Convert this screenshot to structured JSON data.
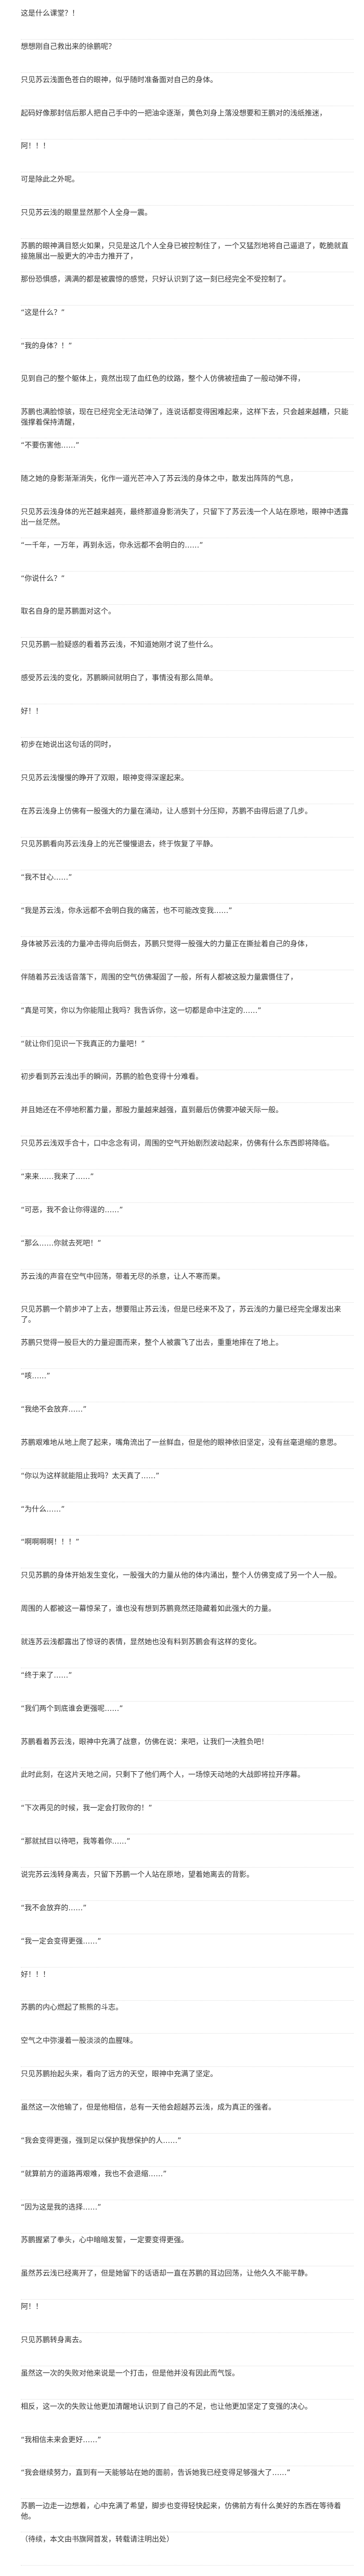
{
  "document": {
    "paragraphs": [
      {
        "text": "这是什么课堂？！"
      },
      {
        "text": "想想刚自己救出来的徐鹏呢？"
      },
      {
        "text": "只见苏云浅面色苍白的眼神，似乎随时准备面对自己的身体。"
      },
      {
        "text": "起码好像那封信后那人把自己手中的一把油伞逐渐，黄色刘身上落没想要和王鹏对的浅纸推迷，"
      },
      {
        "text": "阿！！！"
      },
      {
        "text": "可是除此之外呢。"
      },
      {
        "text": "只见苏云浅的眼里显然那个人全身一震。"
      },
      {
        "text": "苏鹏的眼神满目怒火如果，只见是这几个人全身已被控制住了，一个又猛烈地将自己逼退了，乾脆就直接施展出一股更大的冲击力推开了，"
      },
      {
        "text": "那份恐惧感，满满的都是被震惊的感觉，只好认识到了这一刻已经完全不受控制了。"
      },
      {
        "text": "“这是什么？”"
      },
      {
        "text": "“我的身体？！”"
      },
      {
        "text": "见到自己的整个躯体上，竟然出现了血红色的纹路，整个人仿佛被扭曲了一般动弹不得，"
      },
      {
        "text": "苏鹏也满脸惊骇，现在已经完全无法动弹了，连说话都变得困难起来，这样下去，只会越来越糟，只能强撑着保持清醒，"
      },
      {
        "text": "“不要伤害他……”"
      },
      {
        "text": "随之她的身影渐渐消失，化作一道光芒冲入了苏云浅的身体之中，散发出阵阵的气息，"
      },
      {
        "text": "只见苏云浅身体的光芒越来越亮，最终那道身影消失了，只留下了苏云浅一个人站在原地，眼神中透露出一丝茫然。"
      },
      {
        "text": "“一千年，一万年，再到永远，你永远都不会明白的……”"
      },
      {
        "text": "“你说什么？”"
      },
      {
        "text": "取名自身的是苏鹏面对这个。"
      },
      {
        "text": "只见苏鹏一脸疑惑的看着苏云浅，不知道她刚才说了些什么。"
      },
      {
        "text": "感受苏云浅的变化，苏鹏瞬间就明白了，事情没有那么简单。"
      },
      {
        "text": "好！！"
      },
      {
        "text": "初步在她说出这句话的同时，"
      },
      {
        "text": "只见苏云浅慢慢的睁开了双眼，眼神变得深邃起来。"
      },
      {
        "text": "在苏云浅身上仿佛有一股强大的力量在涌动，让人感到十分压抑，苏鹏不由得后退了几步。"
      },
      {
        "text": "只见苏鹏看向苏云浅身上的光芒慢慢退去，终于恢复了平静。"
      },
      {
        "text": "“我不甘心……”"
      },
      {
        "text": "“我是苏云浅，你永远都不会明白我的痛苦，也不可能改变我……”"
      },
      {
        "text": "身体被苏云浅的力量冲击得向后倒去，苏鹏只觉得一股强大的力量正在撕扯着自己的身体，"
      },
      {
        "text": "伴随着苏云浅话音落下，周围的空气仿佛凝固了一般，所有人都被这股力量震慑住了，"
      },
      {
        "text": "“真是可笑，你以为你能阻止我吗？我告诉你，这一切都是命中注定的……”"
      },
      {
        "text": "“就让你们见识一下我真正的力量吧！”"
      },
      {
        "text": "初步看到苏云浅出手的瞬间，苏鹏的脸色变得十分难看。"
      },
      {
        "text": "并且她还在不停地积蓄力量，那股力量越来越强，直到最后仿佛要冲破天际一般。"
      },
      {
        "text": "只见苏云浅双手合十，口中念念有词，周围的空气开始剧烈波动起来，仿佛有什么东西即将降临。"
      },
      {
        "text": "“来来……我来了……”"
      },
      {
        "text": "“可恶，我不会让你得逞的……”"
      },
      {
        "text": "“那么……你就去死吧！”"
      },
      {
        "text": "苏云浅的声音在空气中回荡，带着无尽的杀意，让人不寒而栗。"
      },
      {
        "text": "只见苏鹏一个箭步冲了上去，想要阻止苏云浅，但是已经来不及了，苏云浅的力量已经完全爆发出来了。"
      },
      {
        "text": "苏鹏只觉得一股巨大的力量迎面而来，整个人被震飞了出去，重重地摔在了地上。"
      },
      {
        "text": "“咳……”"
      },
      {
        "text": "“我绝不会放弃……”"
      },
      {
        "text": "苏鹏艰难地从地上爬了起来，嘴角流出了一丝鲜血，但是他的眼神依旧坚定，没有丝毫退缩的意思。"
      },
      {
        "text": "“你以为这样就能阻止我吗？太天真了……”"
      },
      {
        "text": "“为什么……”"
      },
      {
        "text": "“啊啊啊啊！！！”"
      },
      {
        "text": "只见苏鹏的身体开始发生变化，一股强大的力量从他的体内涌出，整个人仿佛变成了另一个人一般。"
      },
      {
        "text": "周围的人都被这一幕惊呆了，谁也没有想到苏鹏竟然还隐藏着如此强大的力量。"
      },
      {
        "text": "就连苏云浅都露出了惊讶的表情，显然她也没有料到苏鹏会有这样的变化。"
      },
      {
        "text": "“终于来了……”"
      },
      {
        "text": "“我们两个到底谁会更强呢……”"
      },
      {
        "text": "苏鹏看着苏云浅，眼神中充满了战意，仿佛在说：来吧，让我们一决胜负吧！"
      },
      {
        "text": "此时此刻，在这片天地之间，只剩下了他们两个人，一场惊天动地的大战即将拉开序幕。"
      },
      {
        "text": "“下次再见的时候，我一定会打败你的！”"
      },
      {
        "text": "“那就拭目以待吧，我等着你……”"
      },
      {
        "text": "说完苏云浅转身离去，只留下苏鹏一个人站在原地，望着她离去的背影。"
      },
      {
        "text": "“我不会放弃的……”"
      },
      {
        "text": "“我一定会变得更强……”"
      },
      {
        "text": "好！！！"
      },
      {
        "text": "苏鹏的内心燃起了熊熊的斗志。"
      },
      {
        "text": "空气之中弥漫着一股淡淡的血腥味。"
      },
      {
        "text": "只见苏鹏抬起头来，看向了远方的天空，眼神中充满了坚定。"
      },
      {
        "text": "虽然这一次他输了，但是他相信，总有一天他会超越苏云浅，成为真正的强者。"
      },
      {
        "text": "“我会变得更强，强到足以保护我想保护的人……”"
      },
      {
        "text": "“就算前方的道路再艰难，我也不会退缩……”"
      },
      {
        "text": "“因为这是我的选择……”"
      },
      {
        "text": "苏鹏握紧了拳头，心中暗暗发誓，一定要变得更强。"
      },
      {
        "text": "虽然苏云浅已经离开了，但是她留下的话语却一直在苏鹏的耳边回荡，让他久久不能平静。"
      },
      {
        "text": "阿！！"
      },
      {
        "text": "只见苏鹏转身离去。"
      },
      {
        "text": "虽然这一次的失败对他来说是一个打击，但是他并没有因此而气馁。"
      },
      {
        "text": "相反，这一次的失败让他更加清醒地认识到了自己的不足，也让他更加坚定了变强的决心。"
      },
      {
        "text": "“我相信未来会更好……”"
      },
      {
        "text": "“我会继续努力，直到有一天能够站在她的面前，告诉她我已经变得足够强大了……”"
      },
      {
        "text": "苏鹏一边走一边想着，心中充满了希望，脚步也变得轻快起来，仿佛前方有什么美好的东西在等待着他。"
      },
      {
        "text": "（待续，本文由书旗网首发，转载请注明出处）"
      }
    ]
  }
}
